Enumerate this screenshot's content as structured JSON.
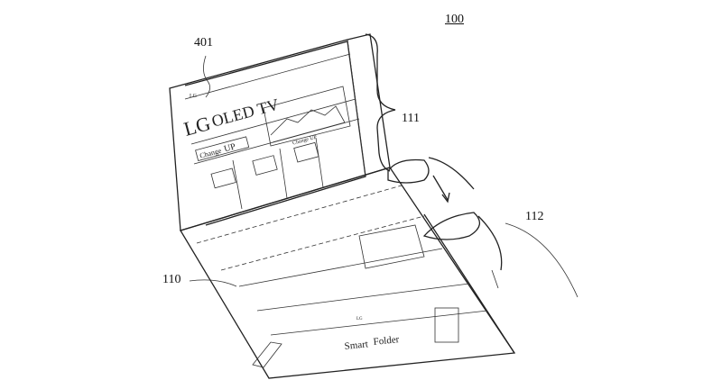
{
  "labels": {
    "device": "100",
    "screen_content": "401",
    "upper_panel": "111",
    "gesture": "112",
    "lower_panel": "110"
  },
  "screen": {
    "brand": "LG",
    "headline": "OLED TV",
    "button": "Change",
    "button_suffix": "UP",
    "card_title": "Change UP"
  },
  "lower_screen": {
    "logo": "LG",
    "title_1": "Smart",
    "title_2": "Folder"
  }
}
